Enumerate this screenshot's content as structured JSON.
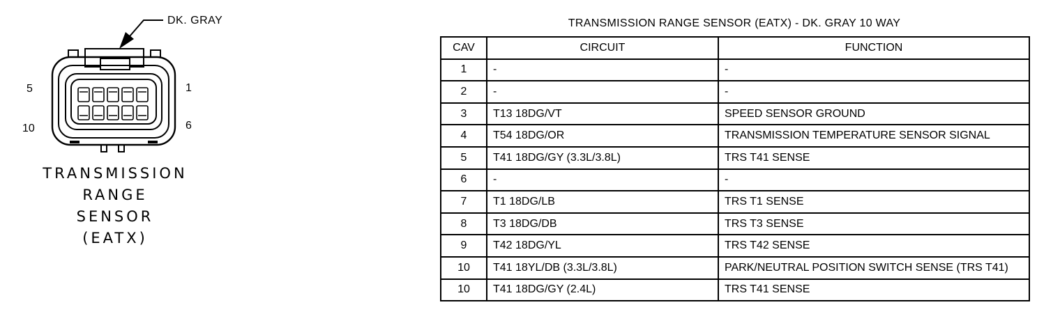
{
  "connector": {
    "color_callout": "DK. GRAY",
    "pin_labels": {
      "top_left": "5",
      "top_right": "1",
      "bottom_left": "10",
      "bottom_right": "6"
    },
    "caption": [
      "TRANSMISSION",
      "RANGE",
      "SENSOR",
      "(EATX)"
    ]
  },
  "table": {
    "title": "TRANSMISSION RANGE SENSOR (EATX) - DK. GRAY 10 WAY",
    "headers": {
      "cav": "CAV",
      "circuit": "CIRCUIT",
      "function": "FUNCTION"
    },
    "rows": [
      {
        "cav": "1",
        "circuit": "-",
        "function": "-"
      },
      {
        "cav": "2",
        "circuit": "-",
        "function": "-"
      },
      {
        "cav": "3",
        "circuit": "T13 18DG/VT",
        "function": "SPEED SENSOR GROUND"
      },
      {
        "cav": "4",
        "circuit": "T54 18DG/OR",
        "function": "TRANSMISSION TEMPERATURE SENSOR SIGNAL"
      },
      {
        "cav": "5",
        "circuit": "T41 18DG/GY (3.3L/3.8L)",
        "function": "TRS T41 SENSE"
      },
      {
        "cav": "6",
        "circuit": "-",
        "function": "-"
      },
      {
        "cav": "7",
        "circuit": "T1 18DG/LB",
        "function": "TRS T1 SENSE"
      },
      {
        "cav": "8",
        "circuit": "T3 18DG/DB",
        "function": "TRS T3 SENSE"
      },
      {
        "cav": "9",
        "circuit": "T42 18DG/YL",
        "function": "TRS T42 SENSE"
      },
      {
        "cav": "10",
        "circuit": "T41 18YL/DB (3.3L/3.8L)",
        "function": "PARK/NEUTRAL POSITION SWITCH SENSE (TRS T41)"
      },
      {
        "cav": "10",
        "circuit": "T41 18DG/GY (2.4L)",
        "function": "TRS T41 SENSE"
      }
    ]
  }
}
